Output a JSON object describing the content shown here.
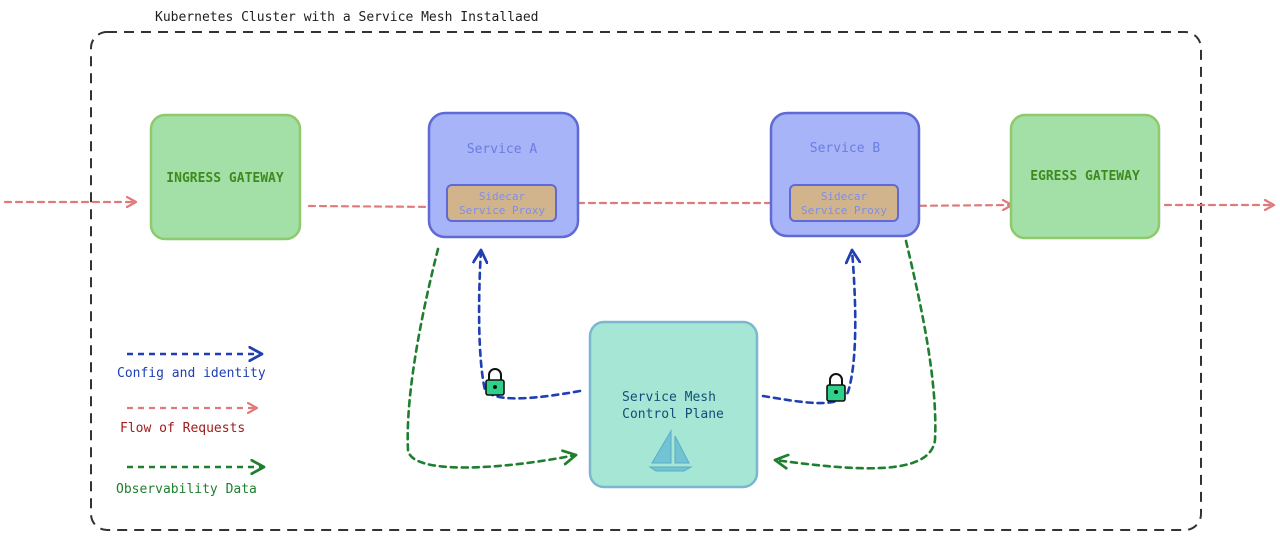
{
  "cluster": {
    "title": "Kubernetes Cluster with a Service Mesh Installaed"
  },
  "nodes": {
    "ingress": {
      "label": "INGRESS GATEWAY"
    },
    "egress": {
      "label": "EGRESS GATEWAY"
    },
    "service_a": {
      "label": "Service A",
      "sidecar_line1": "Sidecar",
      "sidecar_line2": "Service Proxy"
    },
    "service_b": {
      "label": "Service B",
      "sidecar_line1": "Sidecar",
      "sidecar_line2": "Service Proxy"
    },
    "control_plane": {
      "line1": "Service Mesh",
      "line2": "Control Plane",
      "icon": "sailboat-icon"
    }
  },
  "legend": {
    "config": "Config and identity",
    "requests": "Flow of Requests",
    "observability": "Observability Data"
  },
  "colors": {
    "gateway_fill": "#a2e0a8",
    "gateway_stroke": "#8ec96a",
    "gateway_text": "#3f8a1e",
    "service_fill": "#a7b4f7",
    "service_stroke": "#5f6ad6",
    "service_text": "#6b7de0",
    "sidecar_fill": "#d2b48c",
    "sidecar_text": "#7c8fe8",
    "control_fill": "#a5e6d5",
    "control_stroke": "#7bb8d0",
    "control_text": "#114f7a",
    "request_line": "#e07a7a",
    "config_line": "#1f3fb3",
    "observability_line": "#1e7f2e",
    "legend_config_text": "#1f3fb3",
    "legend_request_text": "#a11b1b",
    "legend_observability_text": "#1e7f2e",
    "lock_fill": "#2fd08a"
  }
}
